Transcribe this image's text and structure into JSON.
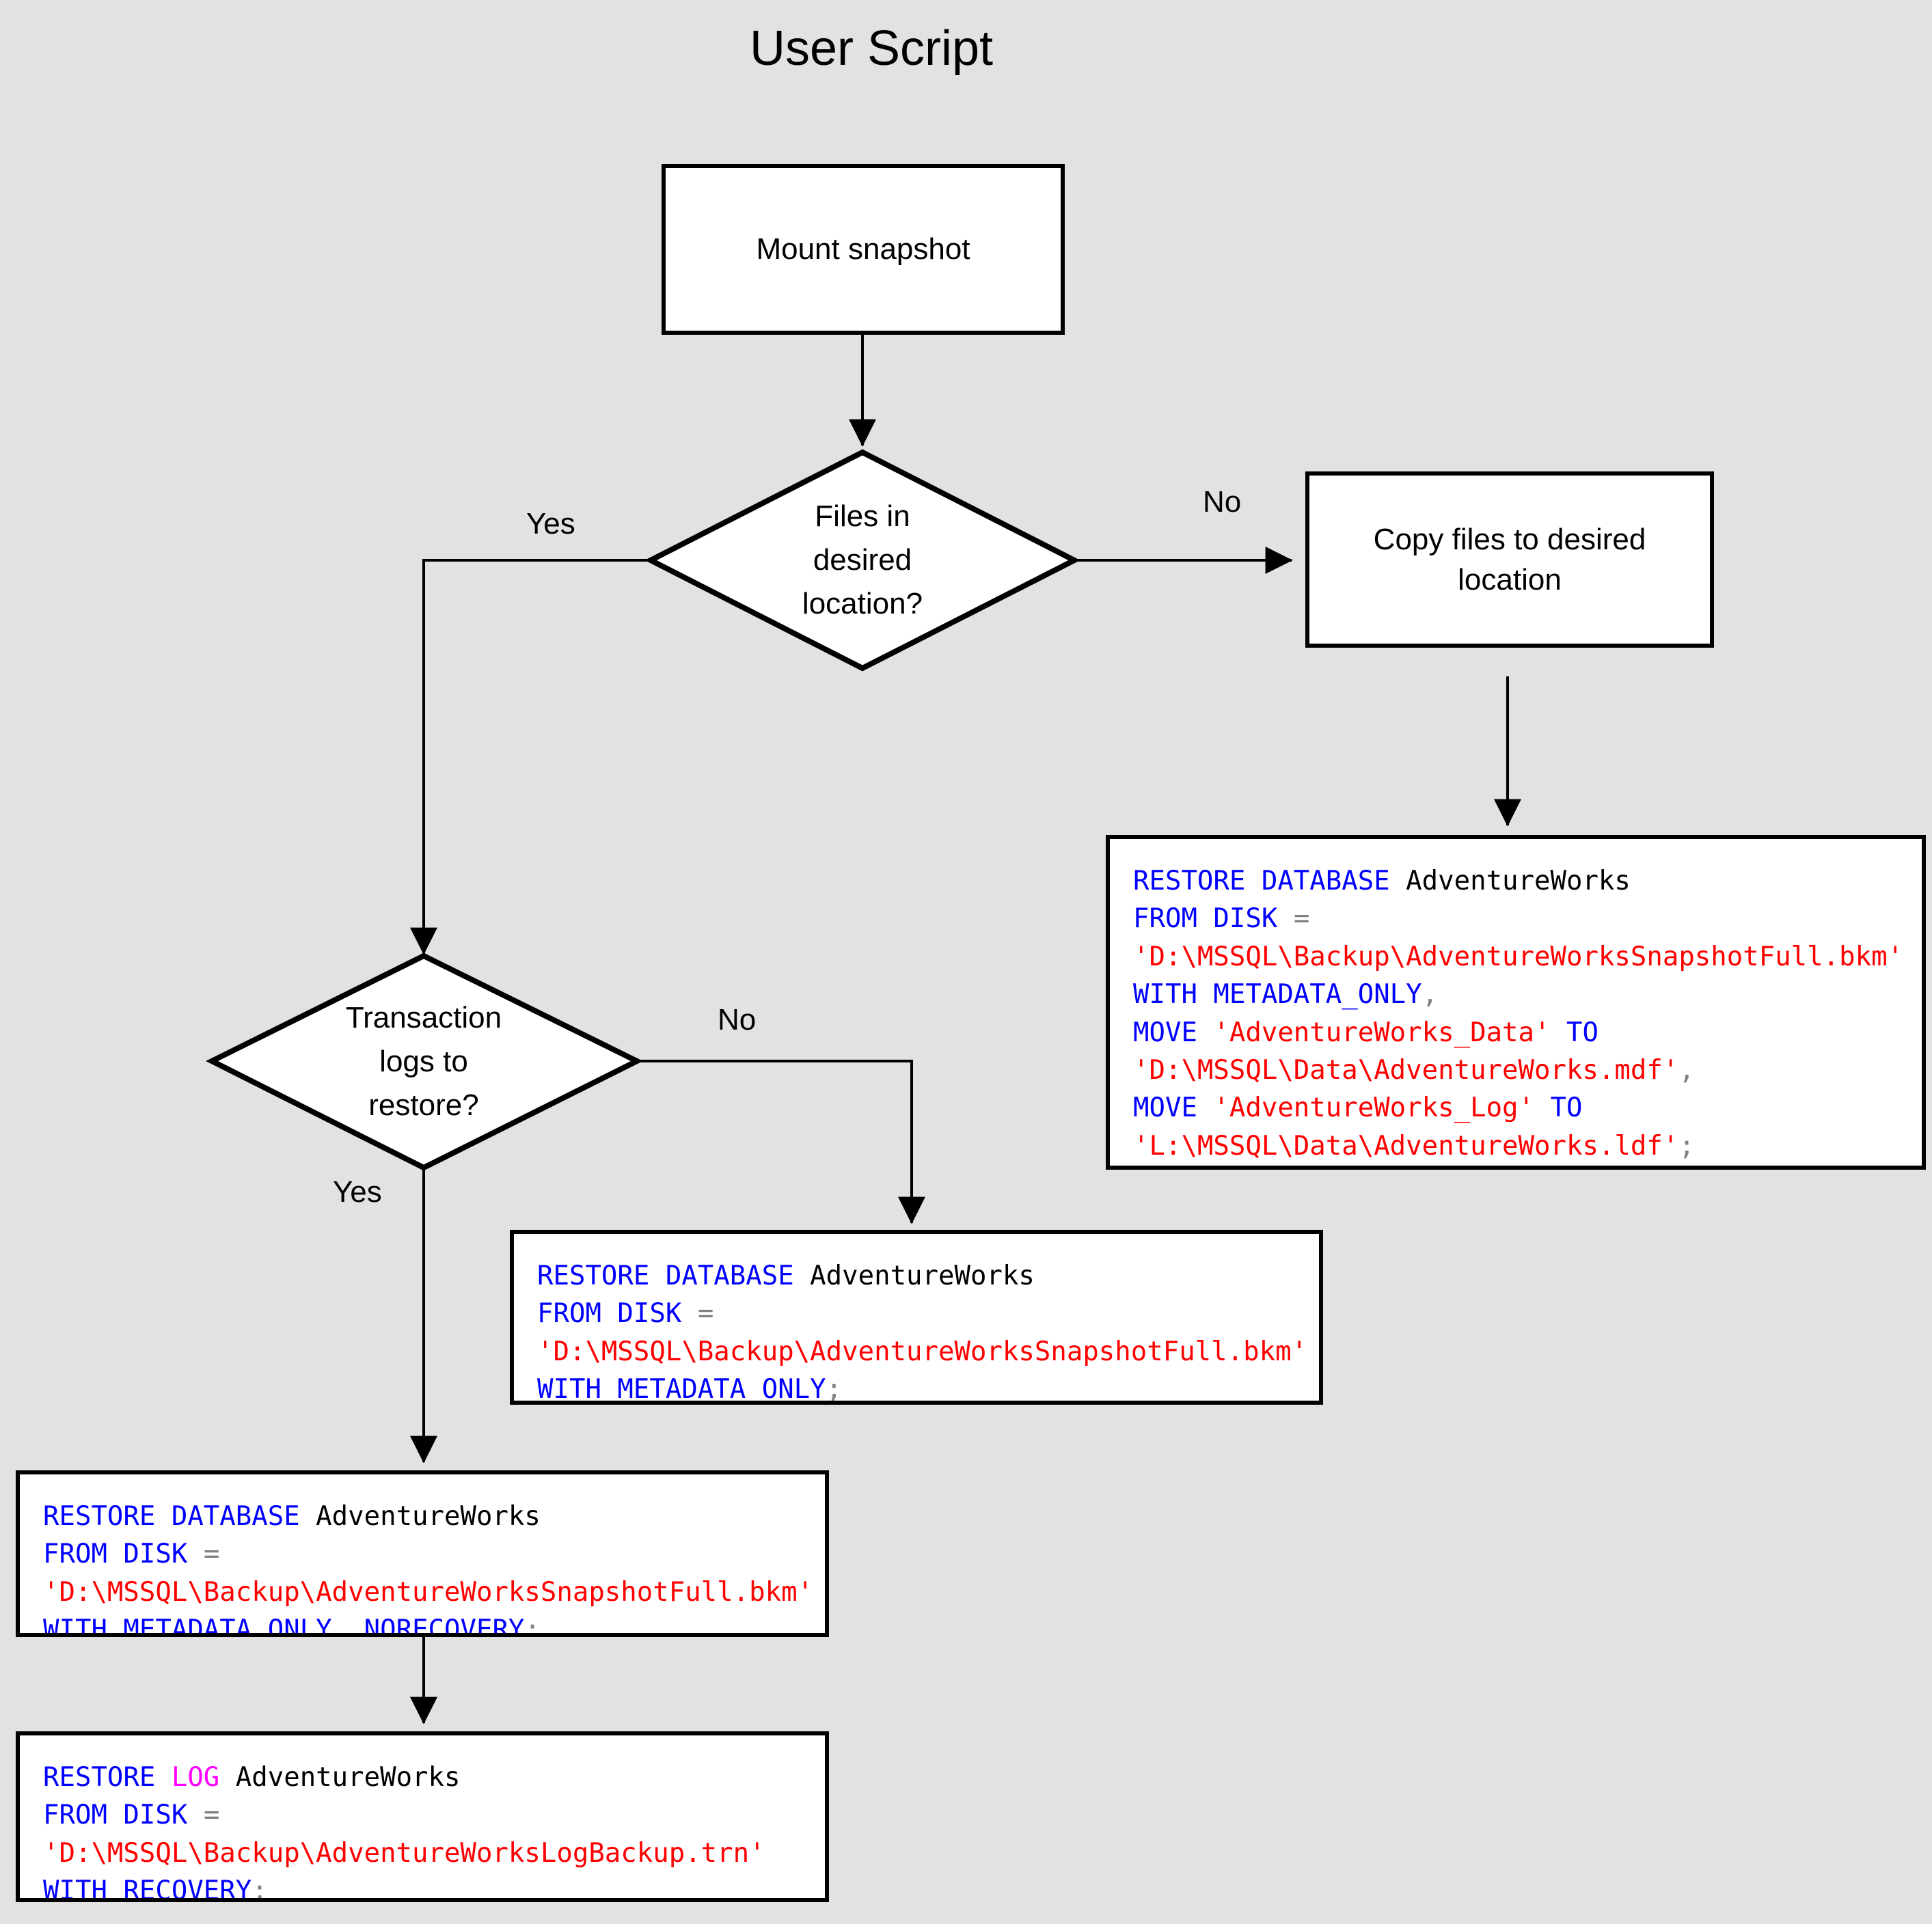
{
  "diagram": {
    "title": "User Script",
    "background_color": "#e2e2e2",
    "shape_fill": "#ffffff",
    "shape_stroke": "#000000"
  },
  "palette": {
    "keyword": "#0000ff",
    "keyword_log": "#ff00ff",
    "string": "#ff0000",
    "punctuation": "#808080",
    "identifier": "#000000"
  },
  "nodes": {
    "mount_snapshot": {
      "label": "Mount snapshot"
    },
    "files_in_desired_location": {
      "label": "Files in\ndesired\nlocation?"
    },
    "copy_files": {
      "label": "Copy files to desired\nlocation"
    },
    "transaction_logs": {
      "label": "Transaction\nlogs to\nrestore?"
    }
  },
  "edges": {
    "files_yes": "Yes",
    "files_no": "No",
    "logs_no": "No",
    "logs_yes": "Yes"
  },
  "sql_blocks": {
    "restore_with_move": {
      "name": "restore-database-with-move",
      "lines": [
        [
          {
            "t": "RESTORE DATABASE ",
            "c": "kw"
          },
          {
            "t": "AdventureWorks",
            "c": "ident"
          }
        ],
        [
          {
            "t": "FROM DISK ",
            "c": "kw"
          },
          {
            "t": "=",
            "c": "punct"
          }
        ],
        [
          {
            "t": "'D:\\MSSQL\\Backup\\AdventureWorksSnapshotFull.bkm'",
            "c": "str"
          }
        ],
        [
          {
            "t": "WITH METADATA_ONLY",
            "c": "kw"
          },
          {
            "t": ",",
            "c": "punct"
          }
        ],
        [
          {
            "t": "MOVE ",
            "c": "kw"
          },
          {
            "t": "'AdventureWorks_Data'",
            "c": "str"
          },
          {
            "t": " TO",
            "c": "kw"
          }
        ],
        [
          {
            "t": "'D:\\MSSQL\\Data\\AdventureWorks.mdf'",
            "c": "str"
          },
          {
            "t": ",",
            "c": "punct"
          }
        ],
        [
          {
            "t": "MOVE ",
            "c": "kw"
          },
          {
            "t": "'AdventureWorks_Log'",
            "c": "str"
          },
          {
            "t": " TO",
            "c": "kw"
          }
        ],
        [
          {
            "t": "'L:\\MSSQL\\Data\\AdventureWorks.ldf'",
            "c": "str"
          },
          {
            "t": ";",
            "c": "punct"
          }
        ]
      ]
    },
    "restore_metadata_only": {
      "name": "restore-database-metadata-only",
      "lines": [
        [
          {
            "t": "RESTORE DATABASE ",
            "c": "kw"
          },
          {
            "t": "AdventureWorks",
            "c": "ident"
          }
        ],
        [
          {
            "t": "FROM DISK ",
            "c": "kw"
          },
          {
            "t": "=",
            "c": "punct"
          }
        ],
        [
          {
            "t": "'D:\\MSSQL\\Backup\\AdventureWorksSnapshotFull.bkm'",
            "c": "str"
          }
        ],
        [
          {
            "t": "WITH METADATA_ONLY",
            "c": "kw"
          },
          {
            "t": ";",
            "c": "punct"
          }
        ]
      ]
    },
    "restore_norecovery": {
      "name": "restore-database-norecovery",
      "lines": [
        [
          {
            "t": "RESTORE DATABASE ",
            "c": "kw"
          },
          {
            "t": "AdventureWorks",
            "c": "ident"
          }
        ],
        [
          {
            "t": "FROM DISK ",
            "c": "kw"
          },
          {
            "t": "=",
            "c": "punct"
          }
        ],
        [
          {
            "t": "'D:\\MSSQL\\Backup\\AdventureWorksSnapshotFull.bkm'",
            "c": "str"
          }
        ],
        [
          {
            "t": "WITH METADATA_ONLY",
            "c": "kw"
          },
          {
            "t": ", ",
            "c": "punct"
          },
          {
            "t": "NORECOVERY",
            "c": "kw"
          },
          {
            "t": ";",
            "c": "punct"
          }
        ]
      ]
    },
    "restore_log": {
      "name": "restore-log-recovery",
      "lines": [
        [
          {
            "t": "RESTORE ",
            "c": "kw"
          },
          {
            "t": "LOG",
            "c": "kwlog"
          },
          {
            "t": " ",
            "c": "kw"
          },
          {
            "t": "AdventureWorks",
            "c": "ident"
          }
        ],
        [
          {
            "t": "FROM DISK ",
            "c": "kw"
          },
          {
            "t": "=",
            "c": "punct"
          }
        ],
        [
          {
            "t": "'D:\\MSSQL\\Backup\\AdventureWorksLogBackup.trn'",
            "c": "str"
          }
        ],
        [
          {
            "t": "WITH RECOVERY",
            "c": "kw"
          },
          {
            "t": ";",
            "c": "punct"
          }
        ]
      ]
    }
  }
}
